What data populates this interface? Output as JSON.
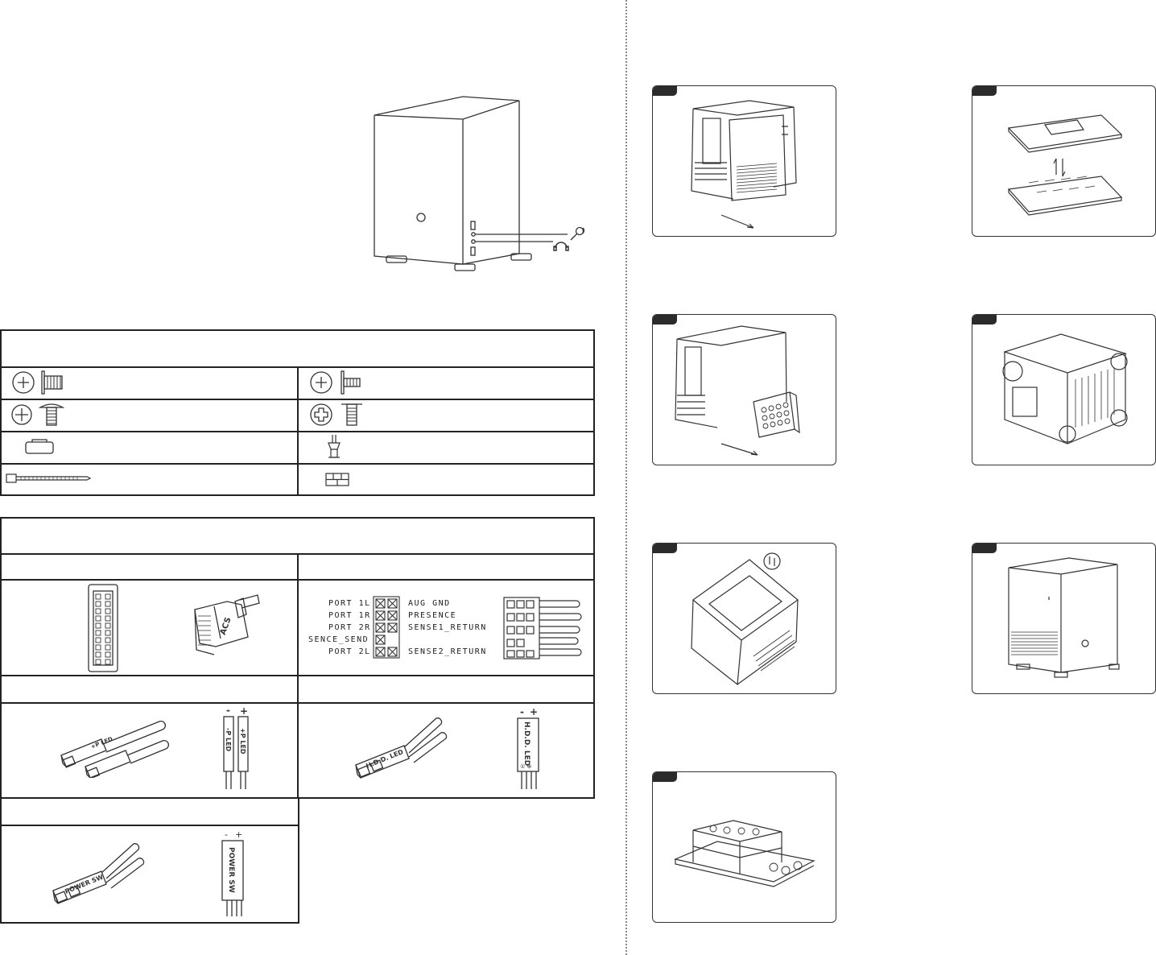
{
  "front_panel": {
    "icons": [
      "microphone-icon",
      "headphone-icon"
    ]
  },
  "accessories": {
    "icons": [
      "motherboard-screw-icon",
      "hdd-screw-icon",
      "psu-screw-icon",
      "ssd-screw-icon",
      "rubber-foot-icon",
      "standoff-icon",
      "cable-tie-icon",
      "buzzer-icon"
    ]
  },
  "connectors": {
    "hd_audio": {
      "left_pins": [
        "PORT 1L",
        "PORT 1R",
        "PORT 2R",
        "SENCE_SEND",
        "PORT 2L"
      ],
      "right_pins": [
        "AUG GND",
        "PRESENCE",
        "SENSE1_RETURN",
        "",
        "SENSE2_RETURN"
      ]
    },
    "usb_connector_label": "ACS",
    "power_led": {
      "cable_label": "+P LED",
      "pin_labels": [
        "-P LED",
        "+P LED"
      ],
      "polarity": [
        "-",
        "+"
      ]
    },
    "hdd_led": {
      "cable_label": "H.D.D. LED",
      "pin_label": "H.D.D. LED",
      "polarity": [
        "-",
        "+"
      ],
      "pin_marks": "① ⊕"
    },
    "power_sw": {
      "cable_label": "POWER SW",
      "pin_label": "POWER SW",
      "polarity": [
        "-",
        "+"
      ]
    }
  },
  "colors": {
    "line": "#222222",
    "tab": "#2b2b2b",
    "divider": "#888888"
  }
}
